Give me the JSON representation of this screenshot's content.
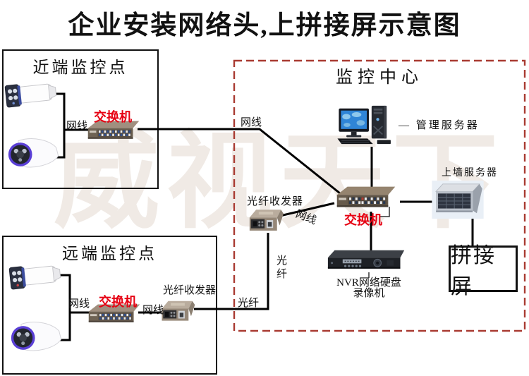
{
  "title": "企业安装网络头,上拼接屏示意图",
  "watermark": "威视天下",
  "colors": {
    "accent_red": "#e60012",
    "dashed_border": "#a93b32",
    "line_black": "#000000",
    "watermark_gray": "#f0eae5"
  },
  "near": {
    "title": "近端监控点",
    "cable_label": "网线",
    "switch_label": "交换机"
  },
  "far": {
    "title": "远端监控点",
    "cable_label": "网线",
    "switch_label": "交换机",
    "cable_label_2": "网线",
    "transceiver_label": "光纤收发器"
  },
  "center": {
    "title": "监控中心",
    "cable_label": "网线",
    "mgmt_server_label": "— 管理服务器",
    "wall_server_label": "上墙服务器",
    "transceiver_label": "光纤收发器",
    "cable_label_2": "网线",
    "switch_label": "交换机",
    "fiber_label_vertical": "光纤",
    "fiber_label": "光纤",
    "nvr_label_line1": "NVR网络硬盘",
    "nvr_label_line2": "录像机",
    "screen_label": "拼接屏"
  },
  "devices": {
    "camera": "bullet-camera-icon",
    "switch": "ethernet-switch-icon",
    "transceiver": "fiber-transceiver-icon",
    "mgmt_server": "desktop-server-icon",
    "wall_server": "rack-server-icon",
    "nvr": "nvr-recorder-icon",
    "screen": "splicing-screen-box"
  }
}
